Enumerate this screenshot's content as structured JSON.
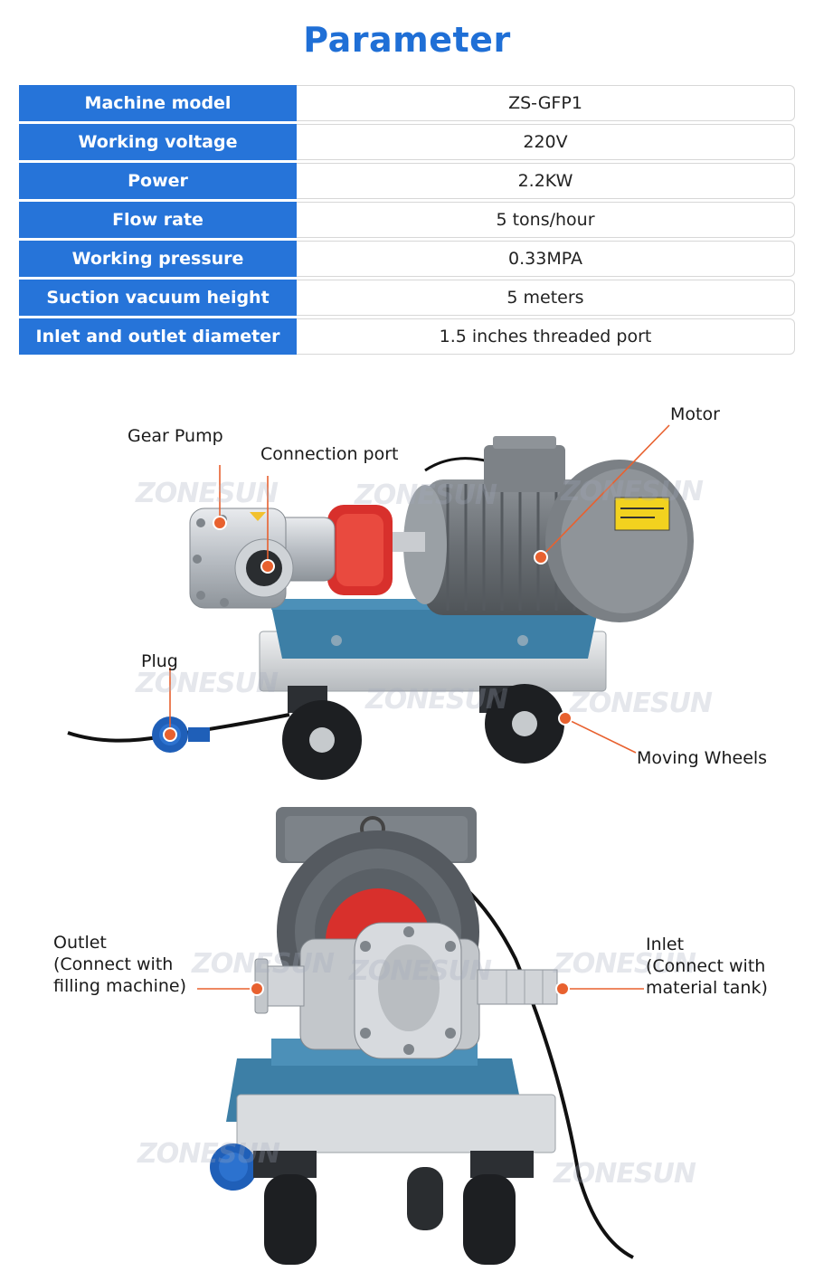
{
  "title": "Parameter",
  "specs": [
    {
      "label": "Machine model",
      "value": "ZS-GFP1"
    },
    {
      "label": "Working voltage",
      "value": "220V"
    },
    {
      "label": "Power",
      "value": "2.2KW"
    },
    {
      "label": "Flow rate",
      "value": "5 tons/hour"
    },
    {
      "label": "Working pressure",
      "value": "0.33MPA"
    },
    {
      "label": "Suction vacuum height",
      "value": "5 meters"
    },
    {
      "label": "Inlet and outlet diameter",
      "value": "1.5 inches threaded port"
    }
  ],
  "figure1": {
    "callouts": {
      "gear_pump": "Gear Pump",
      "connection_port": "Connection port",
      "motor": "Motor",
      "plug": "Plug",
      "moving_wheels": "Moving Wheels"
    }
  },
  "figure2": {
    "callouts": {
      "outlet_line1": "Outlet",
      "outlet_line2": "(Connect with",
      "outlet_line3": "filling machine)",
      "inlet_line1": "Inlet",
      "inlet_line2": "(Connect with",
      "inlet_line3": "material tank)"
    }
  },
  "watermark": "ZONESUN",
  "colors": {
    "accent": "#1f6fd6",
    "label_bg": "#2674d9",
    "marker": "#e8612f",
    "base_blue": "#3d7fa6",
    "motor_gray": "#6e7378",
    "coupling_red": "#d8302c"
  }
}
